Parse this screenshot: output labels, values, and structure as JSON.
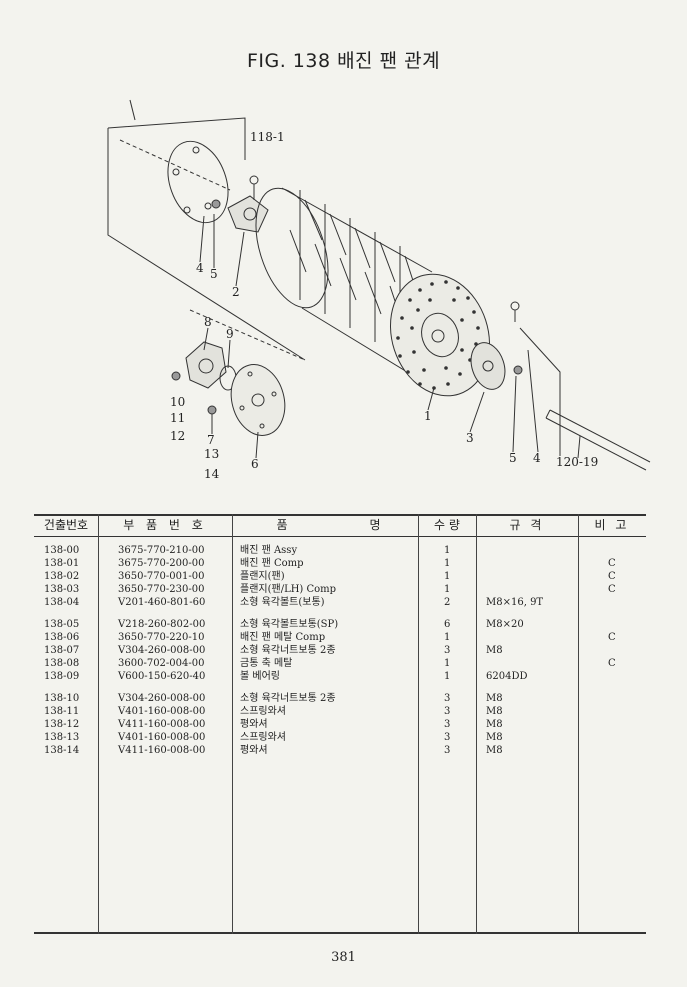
{
  "title": "FIG. 138 배진 팬 관계",
  "page_number": "381",
  "callouts": {
    "c118_1": "118-1",
    "c4a": "4",
    "c5a": "5",
    "c2": "2",
    "c8": "8",
    "c9": "9",
    "c10": "10",
    "c11": "11",
    "c12": "12",
    "c7": "7",
    "c13": "13",
    "c14": "14",
    "c6": "6",
    "c1": "1",
    "c3": "3",
    "c5b": "5",
    "c4b": "4",
    "c120_19": "120-19"
  },
  "table": {
    "headers": [
      "건출번호",
      "부 품 번 호",
      "품",
      "명",
      "수 량",
      "규 격",
      "비 고"
    ],
    "rows": [
      {
        "no": "138-00",
        "part": "3675-770-210-00",
        "name": "배진 팬 Assy",
        "qty": "1",
        "spec": "",
        "note": ""
      },
      {
        "no": "138-01",
        "part": "3675-770-200-00",
        "name": "배진 팬 Comp",
        "qty": "1",
        "spec": "",
        "note": "C"
      },
      {
        "no": "138-02",
        "part": "3650-770-001-00",
        "name": "플랜지(팬)",
        "qty": "1",
        "spec": "",
        "note": "C"
      },
      {
        "no": "138-03",
        "part": "3650-770-230-00",
        "name": "플랜지(팬/LH) Comp",
        "qty": "1",
        "spec": "",
        "note": "C"
      },
      {
        "no": "138-04",
        "part": "V201-460-801-60",
        "name": "소형 육각볼트(보통)",
        "qty": "2",
        "spec": "M8×16, 9T",
        "note": ""
      },
      {
        "no": "138-05",
        "part": "V218-260-802-00",
        "name": "소형 육각볼트보통(SP)",
        "qty": "6",
        "spec": "M8×20",
        "note": ""
      },
      {
        "no": "138-06",
        "part": "3650-770-220-10",
        "name": "배진 팬 메탈 Comp",
        "qty": "1",
        "spec": "",
        "note": "C"
      },
      {
        "no": "138-07",
        "part": "V304-260-008-00",
        "name": "소형 육각너트보통 2종",
        "qty": "3",
        "spec": "M8",
        "note": ""
      },
      {
        "no": "138-08",
        "part": "3600-702-004-00",
        "name": "금통 축 메탈",
        "qty": "1",
        "spec": "",
        "note": "C"
      },
      {
        "no": "138-09",
        "part": "V600-150-620-40",
        "name": "볼 베어링",
        "qty": "1",
        "spec": "6204DD",
        "note": ""
      },
      {
        "no": "138-10",
        "part": "V304-260-008-00",
        "name": "소형 육각너트보통 2종",
        "qty": "3",
        "spec": "M8",
        "note": ""
      },
      {
        "no": "138-11",
        "part": "V401-160-008-00",
        "name": "스프링와셔",
        "qty": "3",
        "spec": "M8",
        "note": ""
      },
      {
        "no": "138-12",
        "part": "V411-160-008-00",
        "name": "평와셔",
        "qty": "3",
        "spec": "M8",
        "note": ""
      },
      {
        "no": "138-13",
        "part": "V401-160-008-00",
        "name": "스프링와셔",
        "qty": "3",
        "spec": "M8",
        "note": ""
      },
      {
        "no": "138-14",
        "part": "V411-160-008-00",
        "name": "평와셔",
        "qty": "3",
        "spec": "M8",
        "note": ""
      }
    ]
  }
}
